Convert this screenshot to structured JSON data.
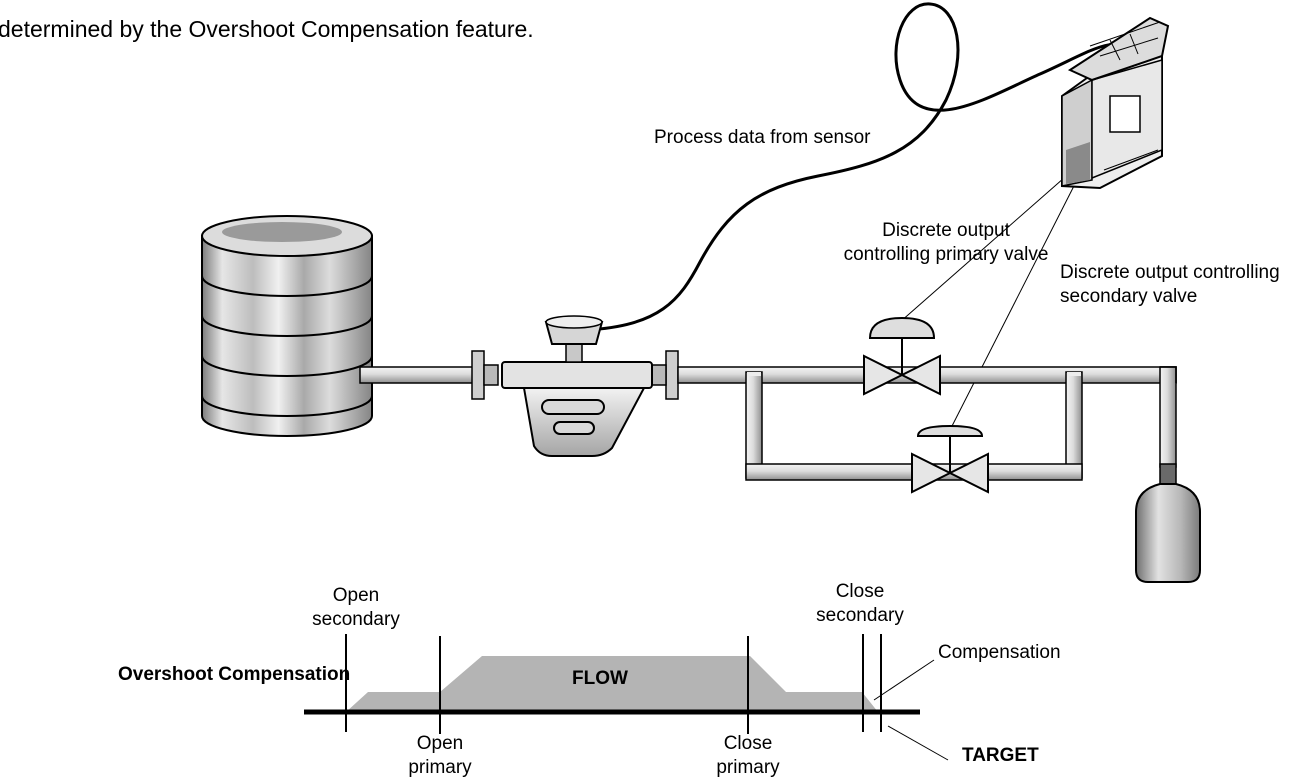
{
  "intro_text": "determined by the Overshoot Compensation feature.",
  "labels": {
    "process_data": "Process data from sensor",
    "discrete_primary_1": "Discrete output",
    "discrete_primary_2": "controlling primary valve",
    "discrete_secondary_1": "Discrete output controlling",
    "discrete_secondary_2": "secondary valve"
  },
  "timeline": {
    "title": "Overshoot Compensation",
    "flow": "FLOW",
    "open_secondary_1": "Open",
    "open_secondary_2": "secondary",
    "close_secondary_1": "Close",
    "close_secondary_2": "secondary",
    "compensation": "Compensation",
    "open_primary_1": "Open",
    "open_primary_2": "primary",
    "close_primary_1": "Close",
    "close_primary_2": "primary",
    "target": "TARGET"
  },
  "colors": {
    "pipe": "#d6d6d6",
    "shadow": "#8c8c8c",
    "flow_fill": "#b4b4b4",
    "line": "#000000"
  }
}
